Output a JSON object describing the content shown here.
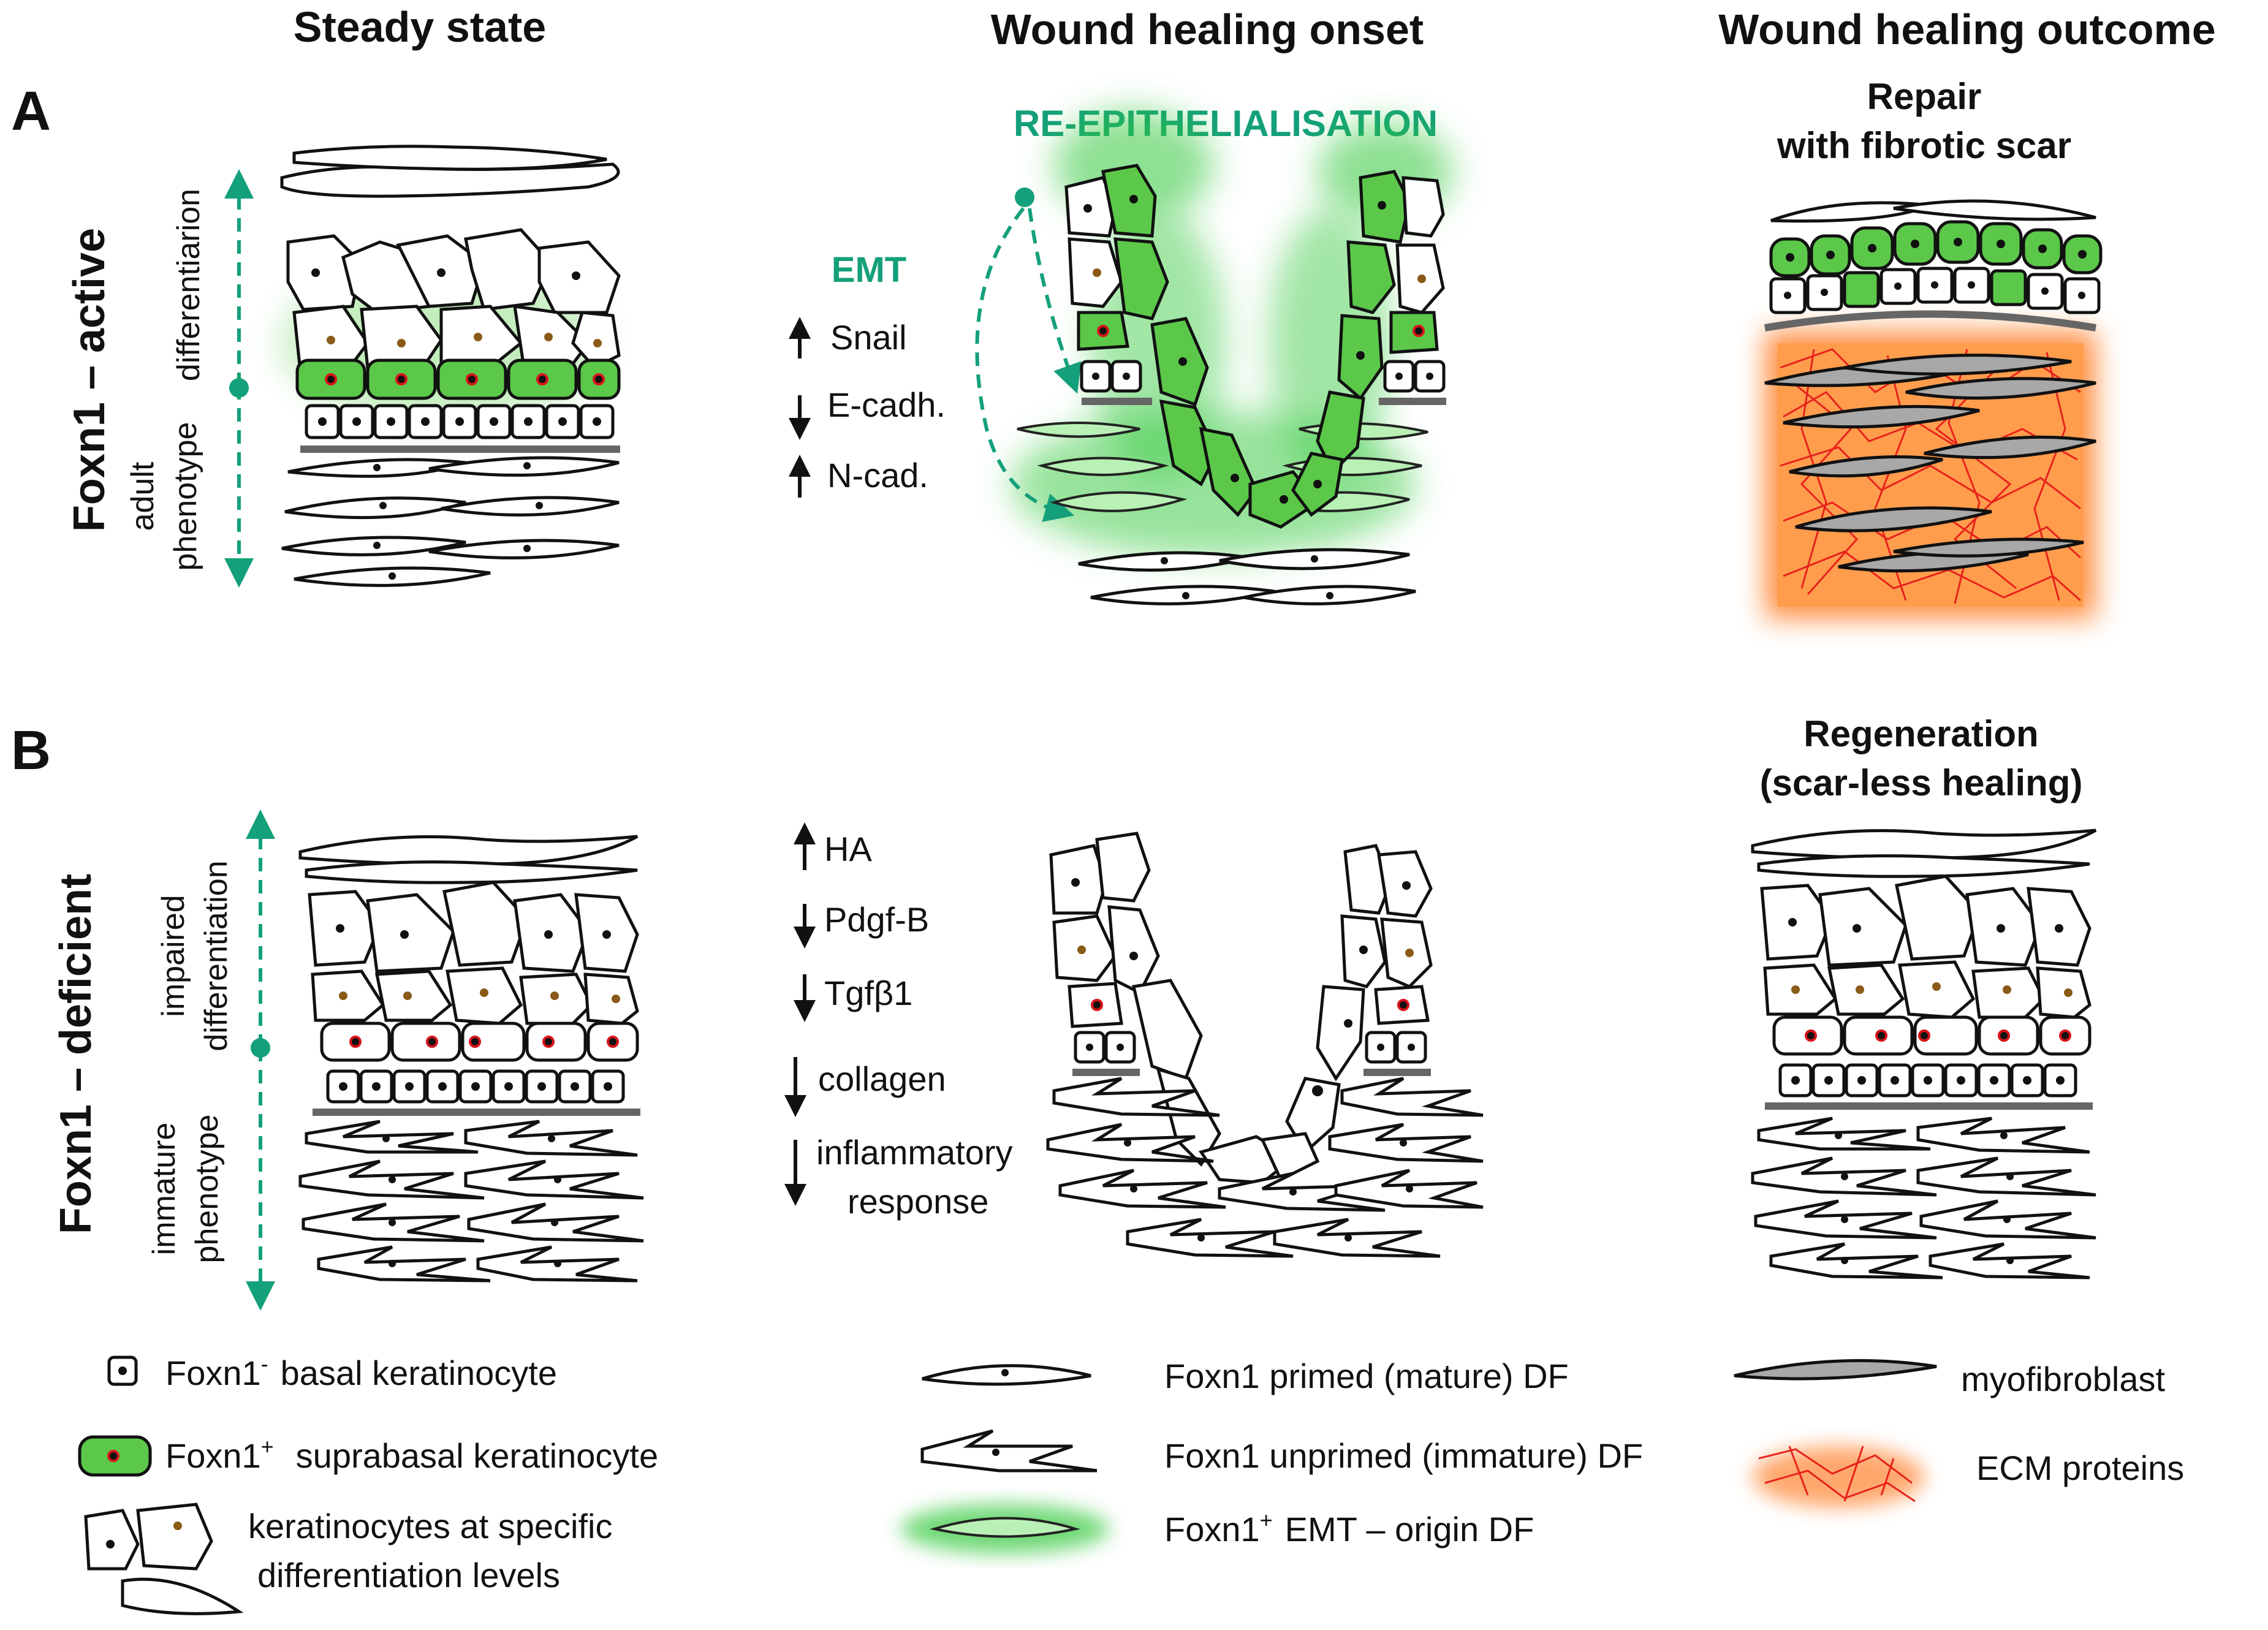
{
  "headers": {
    "col1": "Steady state",
    "col2": "Wound healing onset",
    "col3": "Wound healing outcome"
  },
  "rowA": {
    "letter": "A",
    "label": "Foxn1 – active",
    "axis_top": "differentiarion",
    "axis_bottom_1": "adult",
    "axis_bottom_2": "phenotype",
    "reepi": "RE-EPITHELIALISATION",
    "emt": "EMT",
    "markers": [
      "Snail",
      "E-cadh.",
      "N-cad."
    ],
    "outcome_1": "Repair",
    "outcome_2": "with fibrotic scar"
  },
  "rowB": {
    "letter": "B",
    "label": "Foxn1 – deficient",
    "axis_top_1": "impaired",
    "axis_top_2": "differentiation",
    "axis_bottom_1": "immature",
    "axis_bottom_2": "phenotype",
    "markers": [
      "HA",
      "Pdgf-B",
      "Tgfβ1",
      "collagen",
      "inflammatory",
      "response"
    ],
    "outcome_1": "Regeneration",
    "outcome_2": "(scar-less healing)"
  },
  "legend": {
    "basal_1": "Foxn1",
    "basal_sup": "-",
    "basal_2": "basal keratinocyte",
    "supra_1": "Foxn1",
    "supra_sup": "+",
    "supra_2": "suprabasal keratinocyte",
    "kerat_1": "keratinocytes at specific",
    "kerat_2": "differentiation levels",
    "primed": "Foxn1 primed (mature) DF",
    "unprimed": "Foxn1  unprimed (immature) DF",
    "emtdf_1": "Foxn1",
    "emtdf_sup": "+",
    "emtdf_2": "EMT – origin DF",
    "myofibroblast": "myofibroblast",
    "ecm": "ECM proteins"
  },
  "colors": {
    "green_text": "#14a07a",
    "green_cell": "#5cc84a",
    "glow": "#32c83a",
    "ecm_red": "#e8221c",
    "ecm_orange": "#ff8a3a",
    "myofibroblast_grey": "#a8a8a8"
  }
}
